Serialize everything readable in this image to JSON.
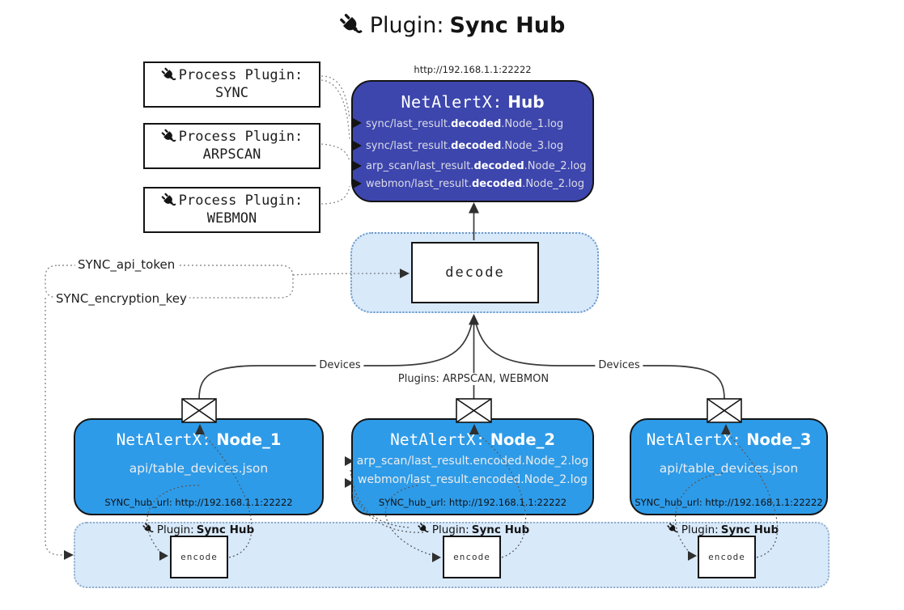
{
  "title": {
    "label": "Plugin:",
    "name": "Sync Hub"
  },
  "hub": {
    "url": "http://192.168.1.1:22222",
    "name_prefix": "NetAlertX:",
    "name": "Hub",
    "files": [
      {
        "pre": "sync/last_result.",
        "bold": "decoded",
        "post": ".Node_1.log"
      },
      {
        "pre": "sync/last_result.",
        "bold": "decoded",
        "post": ".Node_3.log"
      },
      {
        "pre": "arp_scan/last_result.",
        "bold": "decoded",
        "post": ".Node_2.log"
      },
      {
        "pre": "webmon/last_result.",
        "bold": "decoded",
        "post": ".Node_2.log"
      }
    ]
  },
  "process_plugins": [
    {
      "label": "Process Plugin:",
      "name": "SYNC"
    },
    {
      "label": "Process Plugin:",
      "name": "ARPSCAN"
    },
    {
      "label": "Process Plugin:",
      "name": "WEBMON"
    }
  ],
  "decode": {
    "label": "decode"
  },
  "settings": {
    "api_token": "SYNC_api_token",
    "encryption_key": "SYNC_encryption_key"
  },
  "edge_labels": {
    "left": "Devices",
    "center": "Plugins: ARPSCAN, WEBMON",
    "right": "Devices"
  },
  "nodes": [
    {
      "name_prefix": "NetAlertX:",
      "name": "Node_1",
      "files": [
        "api/table_devices.json"
      ],
      "hub_url": "SYNC_hub_url: http://192.168.1.1:22222"
    },
    {
      "name_prefix": "NetAlertX:",
      "name": "Node_2",
      "files": [
        "arp_scan/last_result.encoded.Node_2.log",
        "webmon/last_result.encoded.Node_2.log"
      ],
      "hub_url": "SYNC_hub_url: http://192.168.1.1:22222"
    },
    {
      "name_prefix": "NetAlertX:",
      "name": "Node_3",
      "files": [
        "api/table_devices.json"
      ],
      "hub_url": "SYNC_hub_url: http://192.168.1.1:22222"
    }
  ],
  "encode_plugin": {
    "label": "Plugin:",
    "name": "Sync Hub",
    "box": "encode"
  },
  "colors": {
    "hub": "#3D46AD",
    "node": "#2E9BE8",
    "panel": "#D8E9FA",
    "line": "#3a3a3a"
  }
}
